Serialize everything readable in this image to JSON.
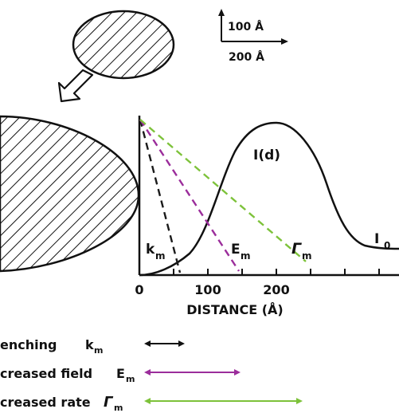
{
  "colors": {
    "ink": "#111111",
    "black_dashed": "#1a1a1a",
    "purple": "#9b2d9b",
    "green": "#7dc23a",
    "background": "#ffffff"
  },
  "scale_bar": {
    "vertical_label": "100 Å",
    "horizontal_label": "200 Å"
  },
  "plot": {
    "curve_label": "I(d)",
    "right_label_main": "I",
    "right_label_sub": "0",
    "x_axis_label": "DISTANCE (Å)",
    "x_ticks": [
      "0",
      "100",
      "200"
    ],
    "line_labels": {
      "km_main": "k",
      "km_sub": "m",
      "em_main": "E",
      "em_sub": "m",
      "gm_main": "Γ",
      "gm_sub": "m"
    }
  },
  "legend": [
    {
      "text": "enching",
      "sym_main": "k",
      "sym_sub": "m",
      "color": "#111111"
    },
    {
      "text": "creased field",
      "sym_main": "E",
      "sym_sub": "m",
      "color": "#9b2d9b"
    },
    {
      "text": "creased rate",
      "sym_main": "Γ",
      "sym_sub": "m",
      "color": "#7dc23a"
    }
  ]
}
